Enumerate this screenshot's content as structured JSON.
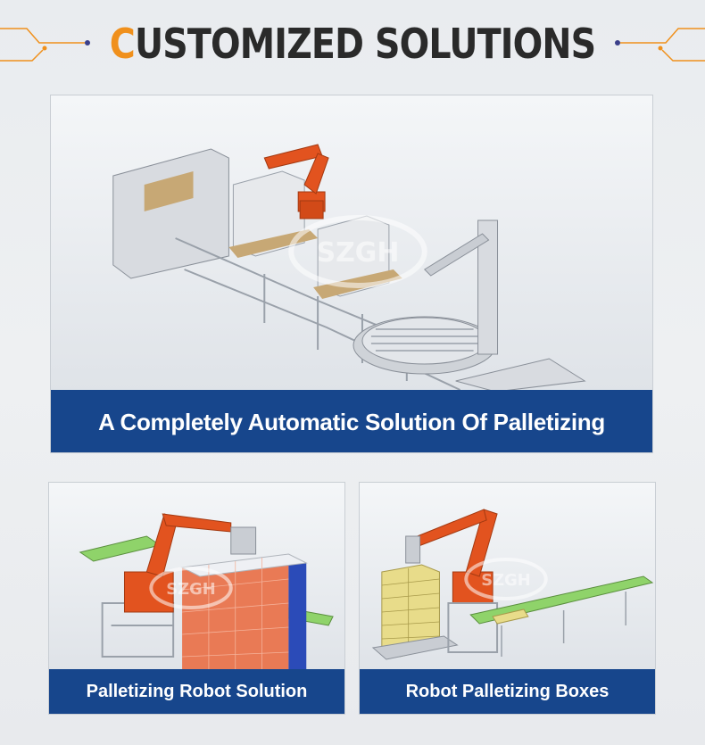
{
  "header": {
    "title_first_letter": "C",
    "title_rest": "USTOMIZED SOLUTIONS",
    "accent_color": "#f0901c"
  },
  "cards": {
    "main": {
      "caption": "A Completely Automatic Solution Of Palletizing",
      "watermark": "SZGH"
    },
    "left": {
      "caption": "Palletizing Robot Solution",
      "watermark": "SZGH"
    },
    "right": {
      "caption": "Robot Palletizing Boxes",
      "watermark": "SZGH"
    }
  },
  "colors": {
    "caption_bg": "#17468c",
    "robot": "#e2531f",
    "conveyor_green": "#8fd36a",
    "pallet_blue": "#1f3fa8"
  }
}
